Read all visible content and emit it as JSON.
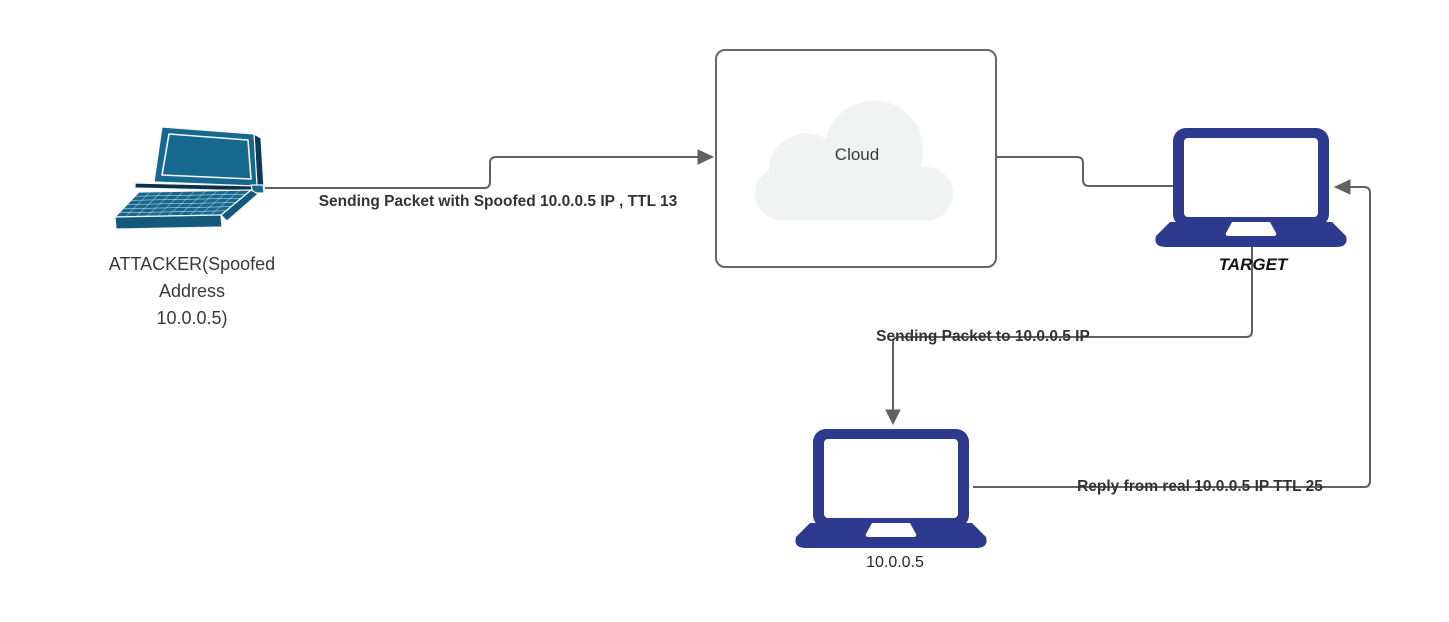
{
  "diagram_title": "IP spoofing network diagram",
  "nodes": {
    "attacker": {
      "label": "ATTACKER(Spoofed\nAddress\n10.0.0.5)",
      "icon": "laptop-3d-icon"
    },
    "cloud": {
      "label": "Cloud",
      "icon": "cloud-icon"
    },
    "target": {
      "label": "TARGET",
      "icon": "laptop-icon"
    },
    "real_host": {
      "label": "10.0.0.5",
      "icon": "laptop-icon"
    }
  },
  "edges": {
    "attacker_to_cloud": {
      "label": "Sending Packet with Spoofed 10.0.0.5 IP , TTL 13",
      "arrow": "right"
    },
    "cloud_to_target": {
      "label": "",
      "arrow": "none"
    },
    "target_to_real_host": {
      "label": "Sending Packet to 10.0.0.5 IP",
      "arrow": "down"
    },
    "real_host_to_target": {
      "label": "Reply from real 10.0.0.5 IP TTL 25",
      "arrow": "left"
    }
  },
  "colors": {
    "attacker_laptop_teal": "#16688E",
    "attacker_laptop_dark": "#0C3A59",
    "laptop_navy": "#2D3A8D",
    "connector_gray": "#616161",
    "cloud_fill": "#F1F2F2",
    "cloud_box_border": "#666666",
    "edge_label_text": "#333333",
    "background": "#FFFFFF"
  }
}
